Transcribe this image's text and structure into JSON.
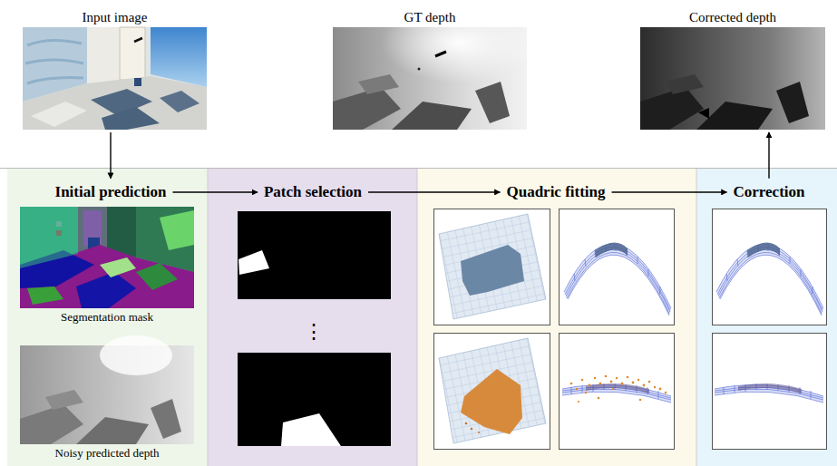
{
  "diagram": {
    "nodes": [
      {
        "text": [
          "Input image"
        ]
      },
      {
        "text": [
          "GT depth"
        ]
      },
      {
        "text": [
          "Corrected depth"
        ]
      },
      {
        "text": [
          "Initial prediction"
        ]
      },
      {
        "text": [
          "Segmentation mask"
        ]
      },
      {
        "text": [
          "Noisy predicted depth"
        ]
      },
      {
        "text": [
          "Patch selection"
        ]
      },
      {
        "text": [
          "Quadric fitting"
        ]
      },
      {
        "text": [
          "Correction"
        ]
      }
    ],
    "edges": [
      {
        "from": 0,
        "to": 3,
        "arrow": "to"
      },
      {
        "from": 3,
        "to": 6,
        "arrow": "to"
      },
      {
        "from": 6,
        "to": 7,
        "arrow": "to"
      },
      {
        "from": 7,
        "to": 8,
        "arrow": "to"
      },
      {
        "from": 8,
        "to": 2,
        "arrow": "to"
      }
    ],
    "labels": [
      "⋮"
    ]
  }
}
